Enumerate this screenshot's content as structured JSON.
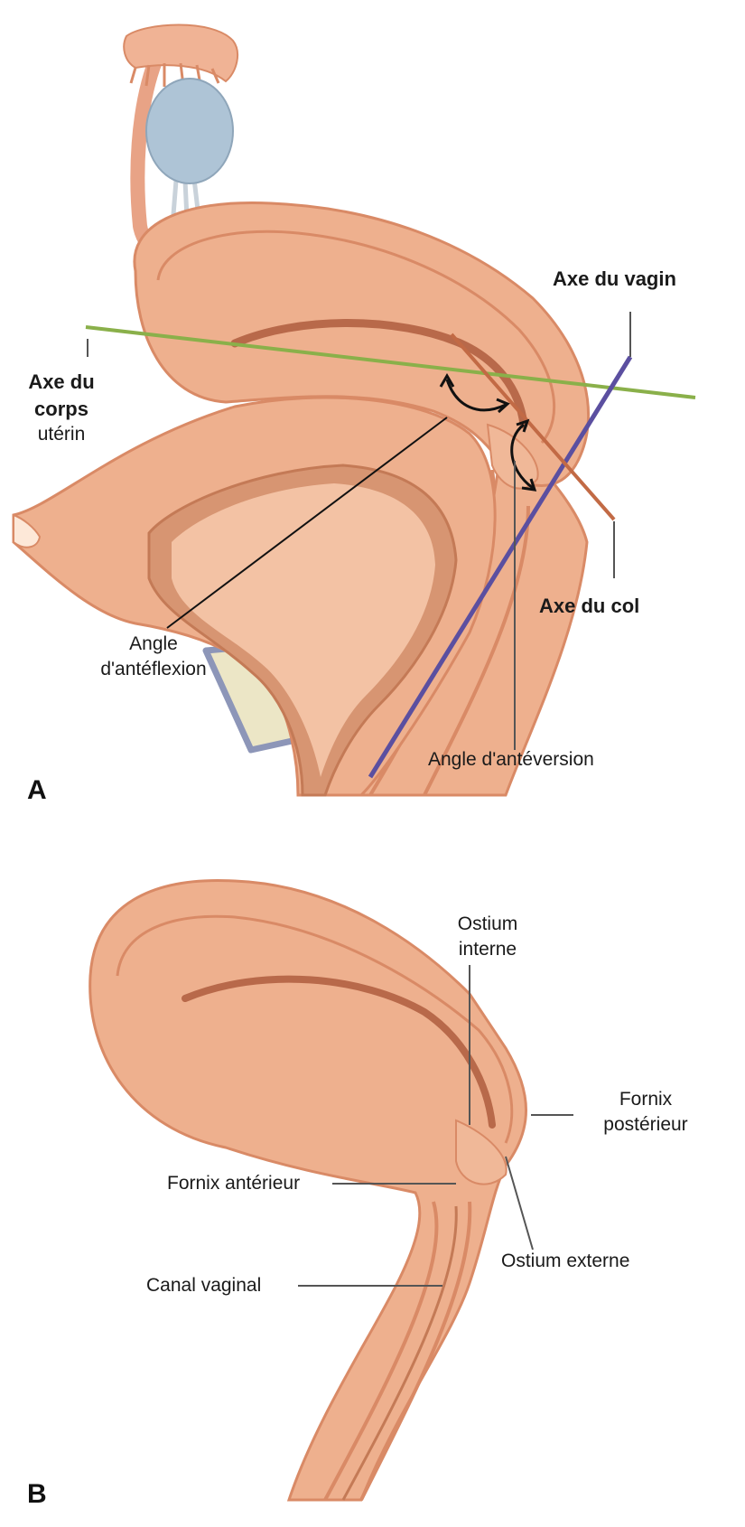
{
  "panel_a": {
    "letter": "A",
    "labels": {
      "axe_vagin": "Axe du vagin",
      "axe_corps_1": "Axe du",
      "axe_corps_2": "corps",
      "axe_corps_3": "utérin",
      "axe_col": "Axe du col",
      "angle_antef_1": "Angle",
      "angle_antef_2": "d'antéflexion",
      "angle_antev": "Angle d'antéversion"
    }
  },
  "panel_b": {
    "letter": "B",
    "labels": {
      "ostium_interne_1": "Ostium",
      "ostium_interne_2": "interne",
      "fornix_post_1": "Fornix",
      "fornix_post_2": "postérieur",
      "fornix_ant": "Fornix antérieur",
      "ostium_externe": "Ostium externe",
      "canal_vaginal": "Canal vaginal"
    }
  },
  "colors": {
    "tissue": "#eeb08e",
    "tissue_dark": "#d98a66",
    "tissue_light": "#f6cdb4",
    "ovary": "#aec4d6",
    "pubis": "#ece6c6",
    "pubis_edge": "#8d96b8",
    "axis_green": "#8ab04a",
    "axis_purple": "#5b4fa0",
    "axis_col": "#c26a45"
  }
}
